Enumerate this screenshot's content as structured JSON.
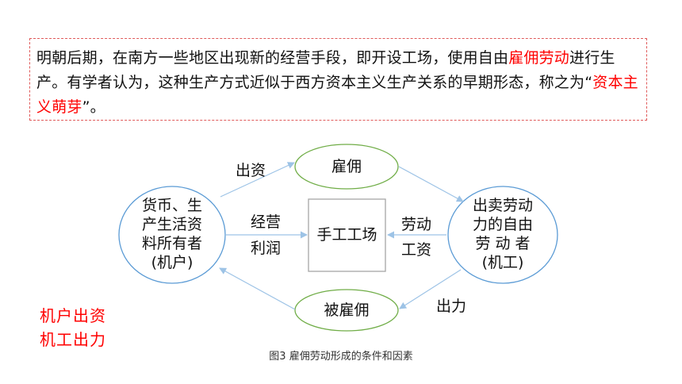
{
  "intro": {
    "part1": "明朝后期，在南方一些地区出现新的经营手段，即开设工场，使用自由",
    "highlight1": "雇佣劳动",
    "part2": "进行生产。有学者认为，这种生产方式近似于西方资本主义生产关系的早期形态，称之为“",
    "highlight2": "资本主义萌芽",
    "part3": "”。"
  },
  "diagram": {
    "node_left": {
      "line1": "货币、生",
      "line2": "产生活资",
      "line3": "料所有者",
      "line4": "(机户)"
    },
    "node_right": {
      "line1": "出卖劳动",
      "line2": "力的自由",
      "line3": "劳 动 者",
      "line4": "(机工)"
    },
    "node_top": "雇佣",
    "node_bottom": "被雇佣",
    "node_center": "手工工场",
    "label_invest": "出资",
    "label_profit_1": "经营",
    "label_profit_2": "利润",
    "label_wage_1": "劳动",
    "label_wage_2": "工资",
    "label_labor": "出力",
    "colors": {
      "ellipse_left_right": "#5b9bd5",
      "ellipse_top_bottom": "#70ad47",
      "arrow": "#9dc3e6",
      "box": "#a6a6a6"
    }
  },
  "note": {
    "line1": "机户出资",
    "line2": "机工出力"
  },
  "caption": "图3 雇佣劳动形成的条件和因素"
}
